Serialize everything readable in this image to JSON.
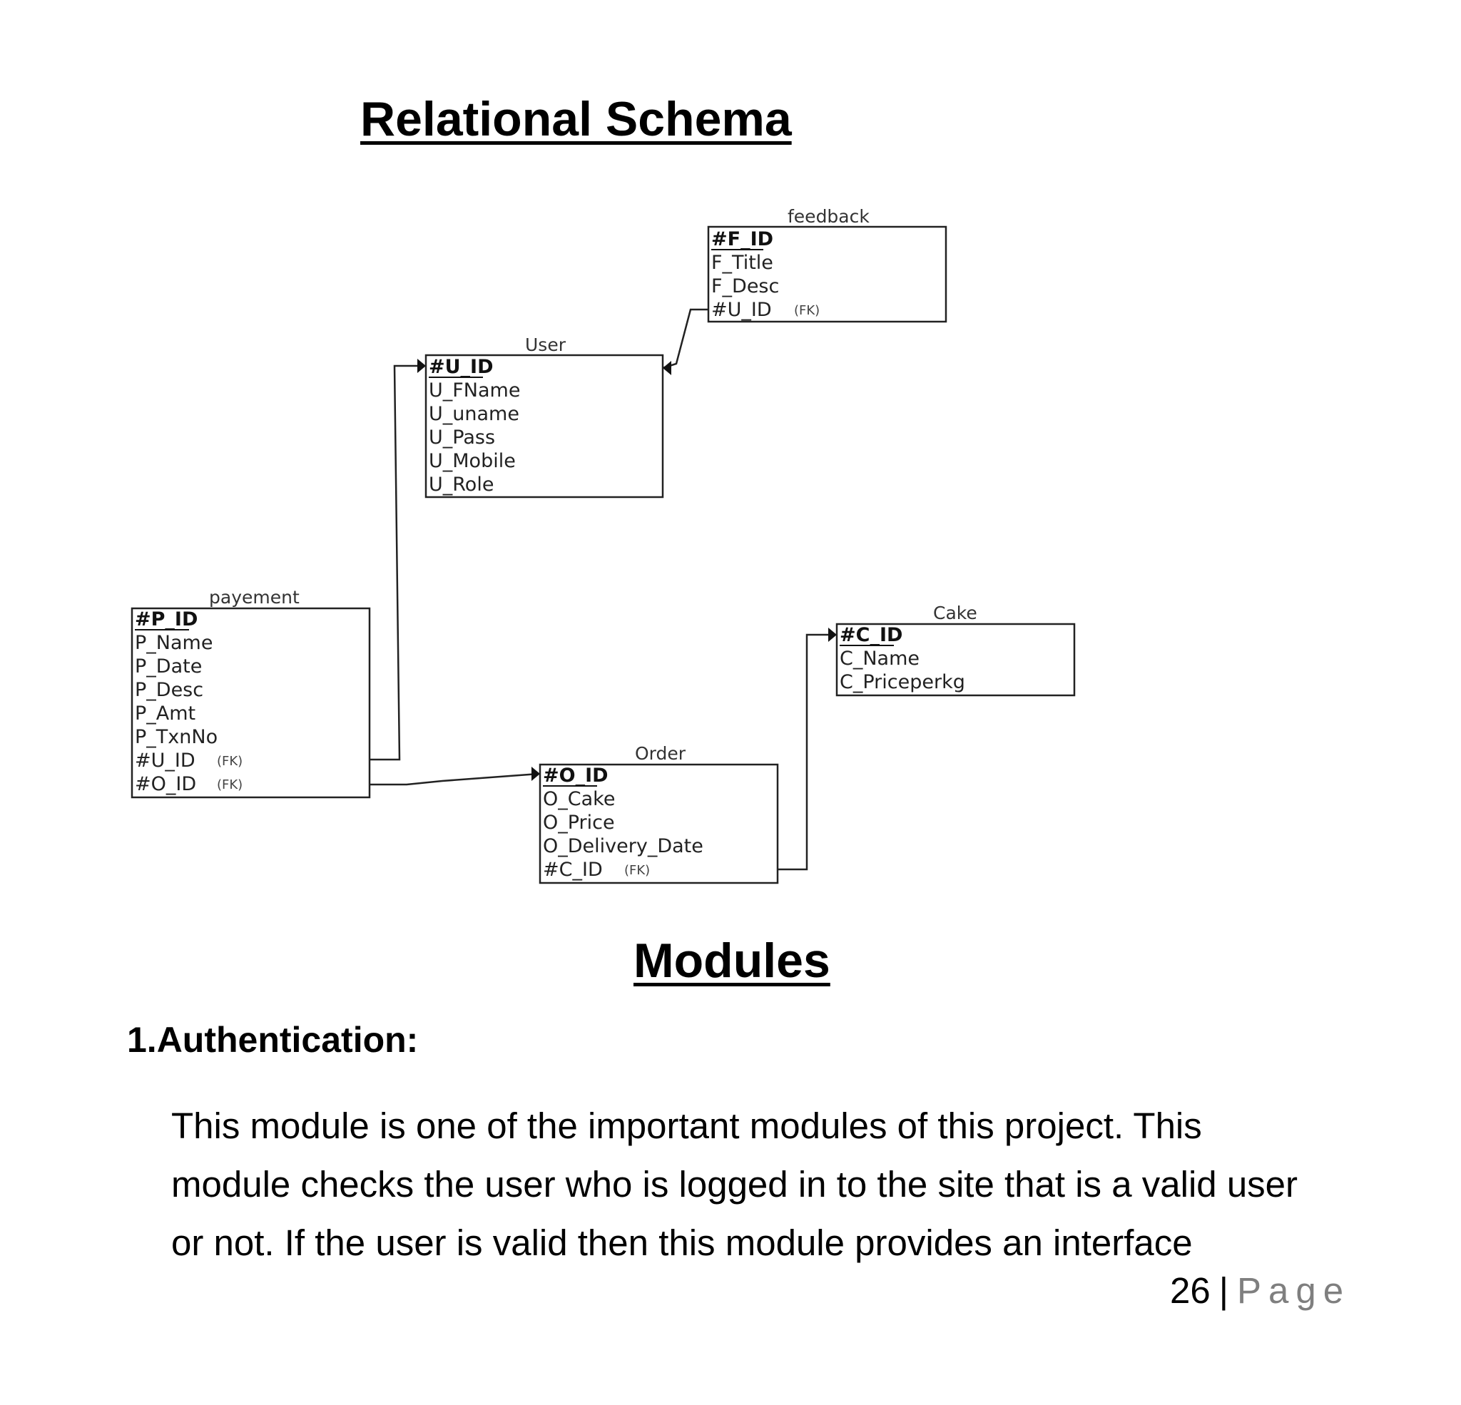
{
  "headings": {
    "relational_schema": "Relational Schema",
    "modules": "Modules"
  },
  "diagram": {
    "entities": {
      "feedback": {
        "name": "feedback",
        "pk": "#F_ID",
        "attributes": [
          "F_Title",
          "F_Desc",
          "#U_ID"
        ],
        "fk_tag": "(FK)"
      },
      "user": {
        "name": "User",
        "pk": "#U_ID",
        "attributes": [
          "U_FName",
          "U_uname",
          "U_Pass",
          "U_Mobile",
          "U_Role"
        ]
      },
      "payement": {
        "name": "payement",
        "pk": "#P_ID",
        "attributes": [
          "P_Name",
          "P_Date",
          "P_Desc",
          "P_Amt",
          "P_TxnNo",
          "#U_ID",
          "#O_ID"
        ],
        "fk_tag": "(FK)"
      },
      "cake": {
        "name": "Cake",
        "pk": "#C_ID",
        "attributes": [
          "C_Name",
          "C_Priceperkg"
        ]
      },
      "order": {
        "name": "Order",
        "pk": "#O_ID",
        "attributes": [
          "O_Cake",
          "O_Price",
          "O_Delivery_Date",
          "#C_ID"
        ],
        "fk_tag": "(FK)"
      }
    }
  },
  "section": {
    "heading": "1.Authentication:",
    "lines": [
      "This module is one of the important modules of this project. This",
      "module checks the user who is logged in to the site that is a valid user",
      "or not. If the user is valid then this module provides an interface"
    ]
  },
  "footer": {
    "page_number": "26",
    "separator": "|",
    "page_label": "Page"
  }
}
